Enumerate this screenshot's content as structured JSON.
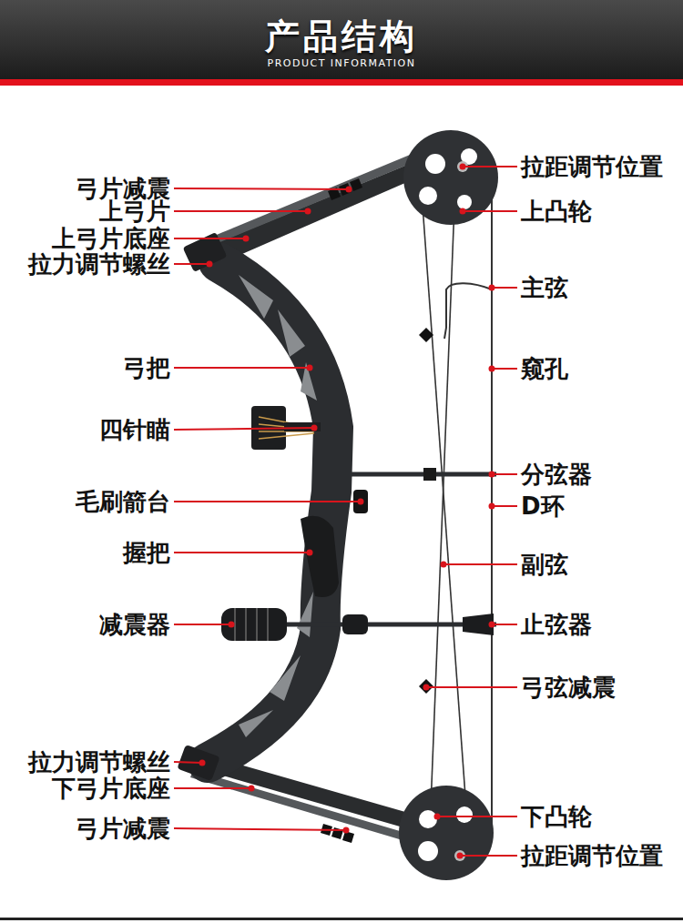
{
  "diagram": {
    "title": "产品结构",
    "labels": [
      "PRODUCT INFORMATION",
      "弓片减震",
      "上弓片",
      "上弓片底座",
      "拉力调节螺丝",
      "弓把",
      "四针瞄",
      "毛刷箭台",
      "握把",
      "减震器",
      "拉力调节螺丝",
      "下弓片底座",
      "弓片减震",
      "拉距调节位置",
      "上凸轮",
      "主弦",
      "窥孔",
      "分弦器",
      "D环",
      "副弦",
      "止弦器",
      "弓弦减震",
      "下凸轮",
      "拉距调节位置"
    ]
  }
}
